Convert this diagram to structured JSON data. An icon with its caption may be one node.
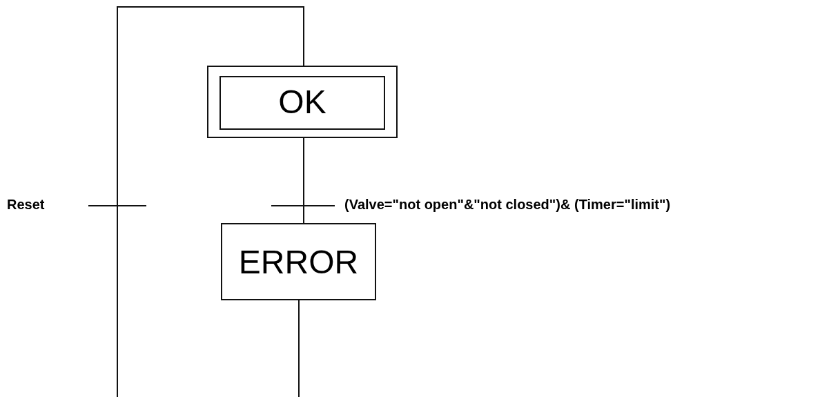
{
  "diagram": {
    "nodes": [
      {
        "text": [
          "OK"
        ]
      },
      {
        "text": [],
        "shape": "bar",
        "beside": [
          "(Valve=\"not open\"&\"not closed\")& (Timer=\"limit\")"
        ]
      },
      {
        "text": [
          "ERROR"
        ]
      },
      {
        "text": [],
        "shape": "bar",
        "beside": [
          "Reset"
        ]
      }
    ],
    "edges": [
      {
        "from": 0,
        "to": 1,
        "arrow": "none"
      },
      {
        "from": 1,
        "to": 2,
        "arrow": "none"
      },
      {
        "from": 2,
        "to": null,
        "arrow": "none"
      },
      {
        "from": null,
        "to": 3,
        "arrow": "none"
      },
      {
        "from": 3,
        "to": 0,
        "arrow": "none"
      }
    ]
  }
}
